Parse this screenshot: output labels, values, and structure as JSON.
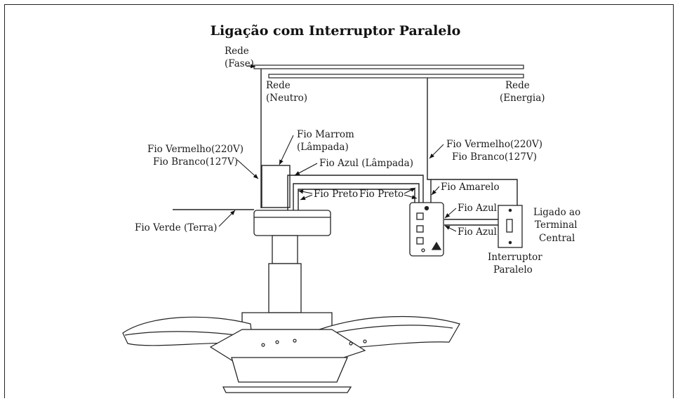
{
  "title": "Ligação com Interruptor Paralelo",
  "labels": {
    "rede_fase_1": "Rede",
    "rede_fase_2": "(Fase)",
    "rede_neutro_1": "Rede",
    "rede_neutro_2": "(Neutro)",
    "rede_energia_1": "Rede",
    "rede_energia_2": "(Energia)",
    "fio_vermelho_left": "Fio Vermelho(220V)",
    "fio_branco_left": "Fio Branco(127V)",
    "fio_marrom_1": "Fio Marrom",
    "fio_marrom_2": "(Lâmpada)",
    "fio_azul_lampada": "Fio Azul (Lâmpada)",
    "fio_vermelho_right": "Fio Vermelho(220V)",
    "fio_branco_right": "Fio Branco(127V)",
    "fio_preto_1": "Fio Preto",
    "fio_preto_2": "Fio Preto",
    "fio_amarelo": "Fio Amarelo",
    "fio_azul_1": "Fio Azul",
    "fio_azul_2": "Fio Azul",
    "ligado_1": "Ligado ao",
    "ligado_2": "Terminal",
    "ligado_3": "Central",
    "interruptor_1": "Interruptor",
    "interruptor_2": "Paralelo",
    "fio_verde": "Fio Verde (Terra)"
  }
}
